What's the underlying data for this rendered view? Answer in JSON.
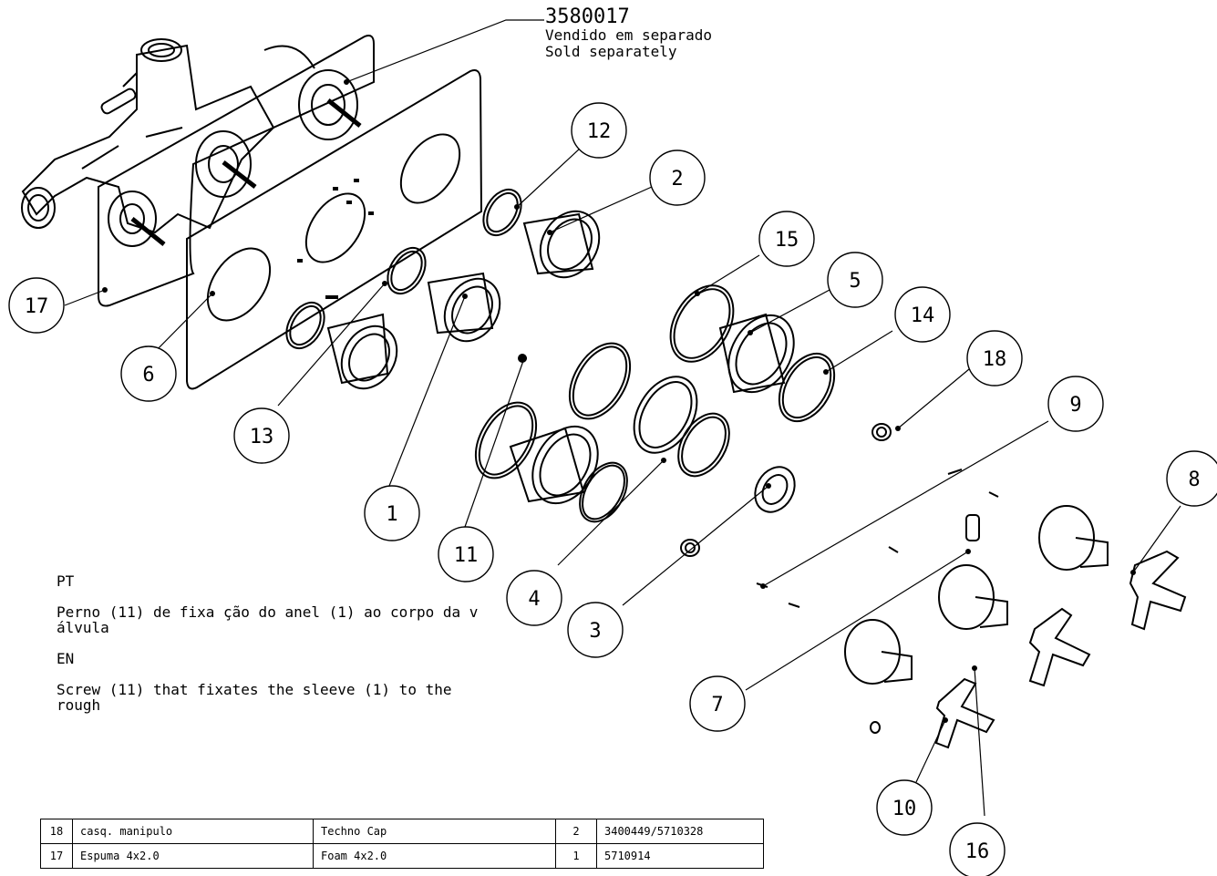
{
  "callout": {
    "part_code": "3580017",
    "line_pt": "Vendido em separado",
    "line_en": "Sold separately"
  },
  "note": {
    "pt_label": "PT",
    "pt_text": "Perno (11) de fixa ção do anel (1) ao corpo da v álvula",
    "en_label": "EN",
    "en_text": "Screw (11) that fixates the sleeve (1) to the rough"
  },
  "balloons": [
    "17",
    "6",
    "13",
    "1",
    "11",
    "12",
    "2",
    "15",
    "5",
    "14",
    "18",
    "9",
    "8",
    "4",
    "3",
    "7",
    "10",
    "16"
  ],
  "bom": [
    {
      "item": "18",
      "pt": "casq. manipulo",
      "en": "Techno Cap",
      "qty": "2",
      "code": "3400449/5710328"
    },
    {
      "item": "17",
      "pt": "Espuma 4x2.0",
      "en": "Foam 4x2.0",
      "qty": "1",
      "code": "5710914"
    }
  ]
}
